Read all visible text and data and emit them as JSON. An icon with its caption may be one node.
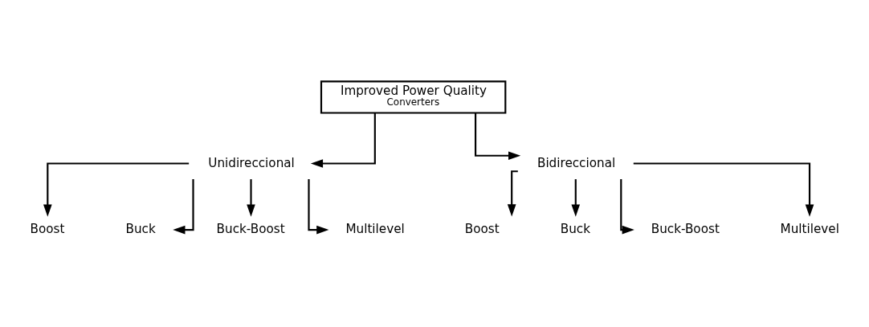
{
  "diagram": {
    "nodes": [
      {
        "text": [
          "Improved Power Quality",
          "Converters"
        ]
      },
      {
        "text": [
          "Unidireccional"
        ]
      },
      {
        "text": [
          "Bidireccional"
        ]
      },
      {
        "text": [
          "Boost"
        ]
      },
      {
        "text": [
          "Buck"
        ]
      },
      {
        "text": [
          "Buck-Boost"
        ]
      },
      {
        "text": [
          "Multilevel"
        ]
      },
      {
        "text": [
          "Boost"
        ]
      },
      {
        "text": [
          "Buck"
        ]
      },
      {
        "text": [
          "Buck-Boost"
        ]
      },
      {
        "text": [
          "Multilevel"
        ]
      }
    ],
    "edges": [
      {
        "from": 0,
        "to": 1,
        "arrow": "to"
      },
      {
        "from": 0,
        "to": 2,
        "arrow": "to"
      },
      {
        "from": 1,
        "to": 3,
        "arrow": "to"
      },
      {
        "from": 1,
        "to": 4,
        "arrow": "to"
      },
      {
        "from": 1,
        "to": 5,
        "arrow": "to"
      },
      {
        "from": 1,
        "to": 6,
        "arrow": "to"
      },
      {
        "from": 2,
        "to": 7,
        "arrow": "to"
      },
      {
        "from": 2,
        "to": 8,
        "arrow": "to"
      },
      {
        "from": 2,
        "to": 9,
        "arrow": "to"
      },
      {
        "from": 2,
        "to": 10,
        "arrow": "to"
      }
    ]
  }
}
